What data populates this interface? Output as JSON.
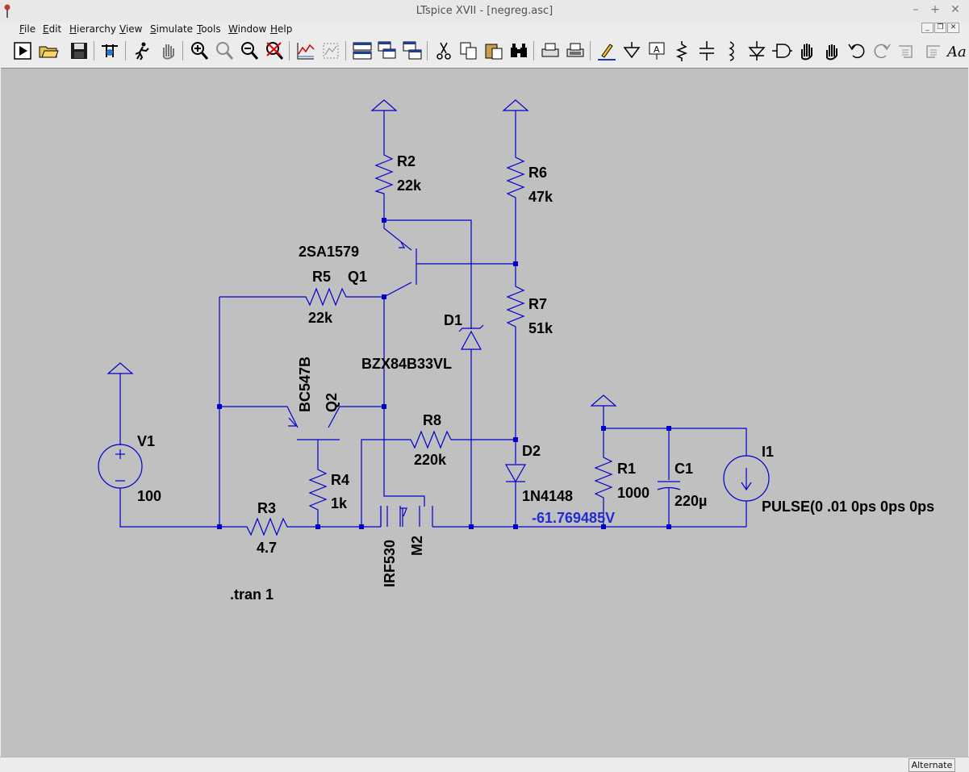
{
  "window": {
    "title": "LTspice XVII - [negreg.asc]",
    "minimize": "–",
    "maximize": "+",
    "close": "✕"
  },
  "menu": [
    {
      "first": "F",
      "rest": "ile"
    },
    {
      "first": "E",
      "rest": "dit"
    },
    {
      "first": "H",
      "rest": "ierarchy"
    },
    {
      "first": "V",
      "rest": "iew"
    },
    {
      "first": "S",
      "rest": "imulate"
    },
    {
      "first": "T",
      "rest": "ools"
    },
    {
      "first": "W",
      "rest": "indow"
    },
    {
      "first": "H",
      "rest": "elp"
    }
  ],
  "mdi_controls": [
    "_",
    "❐",
    "✕"
  ],
  "toolbar_icons": [
    "run-icon",
    "open-icon",
    "save-icon",
    "control-panel-icon",
    "run-man-icon",
    "hand-icon",
    "zoom-in-icon",
    "zoom-pan-icon",
    "zoom-out-icon",
    "zoom-cancel-icon",
    "autoscale-icon",
    "autoscale-alt-icon",
    "tile-horizontal-icon",
    "cascade-icon",
    "tile-vertical-icon",
    "cut-icon",
    "copy-icon",
    "paste-icon",
    "find-icon",
    "print-setup-icon",
    "print-icon",
    "draw-wire-icon",
    "ground-icon",
    "label-net-icon",
    "resistor-icon",
    "capacitor-icon",
    "inductor-icon",
    "diode-icon",
    "component-icon",
    "move-icon",
    "drag-icon",
    "undo-icon",
    "redo-icon",
    "rotate-icon",
    "mirror-icon",
    "text-icon"
  ],
  "schematic": {
    "components": {
      "R2": {
        "ref": "R2",
        "value": "22k"
      },
      "R6": {
        "ref": "R6",
        "value": "47k"
      },
      "Q1": {
        "ref": "Q1",
        "model": "2SA1579"
      },
      "R5": {
        "ref": "R5",
        "value": "22k"
      },
      "R7": {
        "ref": "R7",
        "value": "51k"
      },
      "D1": {
        "ref": "D1",
        "model": "BZX84B33VL"
      },
      "Q2": {
        "ref": "Q2",
        "model": "BC547B"
      },
      "R8": {
        "ref": "R8",
        "value": "220k"
      },
      "D2": {
        "ref": "D2",
        "model": "1N4148"
      },
      "V1": {
        "ref": "V1",
        "value": "100"
      },
      "R4": {
        "ref": "R4",
        "value": "1k"
      },
      "R1": {
        "ref": "R1",
        "value": "1000"
      },
      "C1": {
        "ref": "C1",
        "value": "220µ"
      },
      "I1": {
        "ref": "I1",
        "value": "PULSE(0 .01 0ps 0ps 0ps"
      },
      "R3": {
        "ref": "R3",
        "value": "4.7"
      },
      "M2": {
        "ref": "M2",
        "model": "IRF530"
      }
    },
    "node_voltage": "-61.769485V",
    "directive": ".tran 1",
    "colors": {
      "wire": "#0000cc",
      "background": "#c0c0c0",
      "voltage_label": "#1f2bd6"
    }
  },
  "status": {
    "mode": "Alternate"
  }
}
